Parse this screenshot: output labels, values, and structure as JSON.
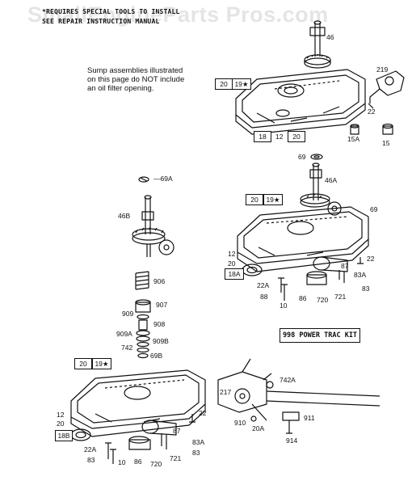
{
  "header": {
    "line1": "*REQUIRES SPECIAL TOOLS TO INSTALL",
    "line2": "SEE REPAIR INSTRUCTION MANUAL"
  },
  "watermark": "SmallEngineParts Pros.com",
  "note": {
    "line1": "Sump assemblies illustrated",
    "line2": "on this page do NOT include",
    "line3": "an oil filter opening."
  },
  "kit_label": "998 POWER TRAC KIT",
  "parts": {
    "p46": "46",
    "p219": "219",
    "p20a": "20",
    "p19a": "19★",
    "p22a": "22",
    "p18a": "18",
    "p12a": "12",
    "p20b": "20",
    "p15A": "15A",
    "p15": "15",
    "p69a": "69",
    "p46A": "46A",
    "p69A": "—69A",
    "p20c": "20",
    "p19b": "19★",
    "p69b": "69",
    "p46B": "46B",
    "p12b": "12",
    "p20d": "20",
    "p18Aa": "18A",
    "p87a": "87",
    "p22b": "22",
    "p83Aa": "83A",
    "p22Aa": "22A",
    "p83a": "83",
    "p88": "88",
    "p10a": "10",
    "p86a": "86",
    "p720a": "720",
    "p721a": "721",
    "p906": "906",
    "p907": "907",
    "p909": "909",
    "p908": "908",
    "p909A": "909A",
    "p909B": "909B",
    "p742": "742",
    "p69B": "69B",
    "p20e": "20",
    "p19c": "19★",
    "p12c": "12",
    "p20f": "20",
    "p18B": "18B",
    "p22c": "22",
    "p87b": "87",
    "p83Ab": "83A",
    "p22Ab": "22A",
    "p83b": "83",
    "p10b": "10",
    "p86b": "86",
    "p720b": "720",
    "p721b": "721",
    "p742A": "742A",
    "p217": "217",
    "p910": "910",
    "p20A": "20A",
    "p911": "911",
    "p914": "914"
  }
}
